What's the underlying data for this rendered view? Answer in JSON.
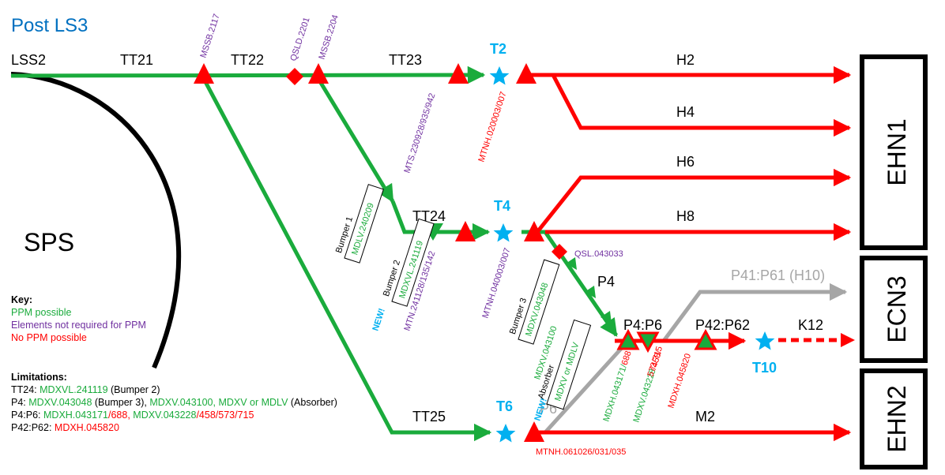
{
  "title": "Post LS3",
  "colors": {
    "green": "#1aab3c",
    "red": "#ff0000",
    "purple": "#7030a0",
    "blue": "#00b0f0",
    "grey": "#a6a6a6",
    "title_blue": "#0070c0",
    "black": "#000000"
  },
  "labels": {
    "lss2": "LSS2",
    "sps": "SPS",
    "tt21": "TT21",
    "tt22": "TT22",
    "tt23": "TT23",
    "tt24": "TT24",
    "tt25": "TT25",
    "h2": "H2",
    "h4": "H4",
    "h6": "H6",
    "h8": "H8",
    "p4": "P4",
    "p4p6": "P4:P6",
    "p42p62": "P42:P62",
    "k12": "K12",
    "p41p61": "P41:P61 (H10)",
    "p6": "P6",
    "m2": "M2",
    "t2": "T2",
    "t4": "T4",
    "t6": "T6",
    "t10": "T10",
    "new1": "NEW!",
    "new2": "NEW!",
    "mssb2117": "MSSB.2117",
    "qsld2201": "QSLD.2201",
    "mssb2204": "MSSB.2204",
    "mts": "MTS.230928/935/942",
    "mtnh020003": "MTNH.020003/007",
    "mtnh040003": "MTNH.040003/007",
    "qsl043033": "QSL.043033",
    "mtn241128": "MTN.241128/135/142",
    "mtnh061026": "MTNH.061026/031/035",
    "mdxh045820": "MDXH.045820",
    "mdxh043171_g": "MDXH.043171/",
    "mdxh043171_r": "688",
    "mdxv043228_g": "MDXV.043228",
    "mdxv043228_r1": "/458/",
    "mdxv043228_r2": "573/715"
  },
  "boxes": {
    "ehn1": "EHN1",
    "ecn3": "ECN3",
    "ehn2": "EHN2",
    "bumper1_title": "Bumper 1",
    "bumper1_id": "MDLV.240209",
    "bumper2_title": "Bumper 2",
    "bumper2_id": "MDXVL.241119",
    "bumper3_title": "Bumper 3",
    "bumper3_id": "MDXV.043048",
    "absorber_title": "Absorber",
    "absorber_id1": "MDXV.043100",
    "absorber_id2": "MDXV or MDLV"
  },
  "key": {
    "heading": "Key:",
    "ppm_possible": "PPM possible",
    "not_required": "Elements not required for PPM",
    "no_ppm": "No PPM possible"
  },
  "limitations": {
    "heading": "Limitations:",
    "tt24_label": "TT24: ",
    "tt24_g": "MDXVL.241119",
    "tt24_k": " (Bumper 2)",
    "p4_label": "P4: ",
    "p4_g1": "MDXV.043048",
    "p4_k1": " (Bumper 3), ",
    "p4_g2": "MDXV.043100, MDXV or MDLV",
    "p4_k2": " (Absorber)",
    "p4p6_label": "P4:P6: ",
    "p4p6_g1": "MDXH.043171",
    "p4p6_r1": "/688, ",
    "p4p6_g2": "MDXV.043228",
    "p4p6_r2": "/458/573/715",
    "p42_label": "P42:P62: ",
    "p42_r": "MDXH.045820"
  }
}
